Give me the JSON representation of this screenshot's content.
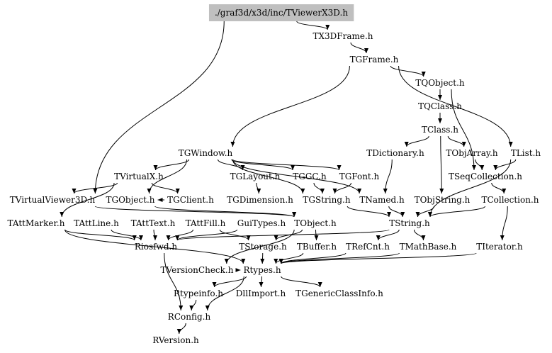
{
  "graph": {
    "root": "./graf3d/x3d/inc/TViewerX3D.h",
    "nodes": [
      {
        "id": "root",
        "label": "./graf3d/x3d/inc/TViewerX3D.h",
        "highlight": true
      },
      {
        "id": "TX3DFrame",
        "label": "TX3DFrame.h"
      },
      {
        "id": "TGFrame",
        "label": "TGFrame.h"
      },
      {
        "id": "TQObject",
        "label": "TQObject.h"
      },
      {
        "id": "TQClass",
        "label": "TQClass.h"
      },
      {
        "id": "TClass",
        "label": "TClass.h"
      },
      {
        "id": "TGWindow",
        "label": "TGWindow.h"
      },
      {
        "id": "TDictionary",
        "label": "TDictionary.h"
      },
      {
        "id": "TObjArray",
        "label": "TObjArray.h"
      },
      {
        "id": "TList",
        "label": "TList.h"
      },
      {
        "id": "TVirtualX",
        "label": "TVirtualX.h"
      },
      {
        "id": "TGLayout",
        "label": "TGLayout.h"
      },
      {
        "id": "TGGC",
        "label": "TGGC.h"
      },
      {
        "id": "TGFont",
        "label": "TGFont.h"
      },
      {
        "id": "TSeqCollection",
        "label": "TSeqCollection.h"
      },
      {
        "id": "TVirtualViewer3D",
        "label": "TVirtualViewer3D.h"
      },
      {
        "id": "TGObject",
        "label": "TGObject.h"
      },
      {
        "id": "TGClient",
        "label": "TGClient.h"
      },
      {
        "id": "TGDimension",
        "label": "TGDimension.h"
      },
      {
        "id": "TGString",
        "label": "TGString.h"
      },
      {
        "id": "TNamed",
        "label": "TNamed.h"
      },
      {
        "id": "TObjString",
        "label": "TObjString.h"
      },
      {
        "id": "TCollection",
        "label": "TCollection.h"
      },
      {
        "id": "TAttMarker",
        "label": "TAttMarker.h"
      },
      {
        "id": "TAttLine",
        "label": "TAttLine.h"
      },
      {
        "id": "TAttText",
        "label": "TAttText.h"
      },
      {
        "id": "TAttFill",
        "label": "TAttFill.h"
      },
      {
        "id": "GuiTypes",
        "label": "GuiTypes.h"
      },
      {
        "id": "TObject",
        "label": "TObject.h"
      },
      {
        "id": "TString",
        "label": "TString.h"
      },
      {
        "id": "Riosfwd",
        "label": "Riosfwd.h"
      },
      {
        "id": "TStorage",
        "label": "TStorage.h"
      },
      {
        "id": "TBuffer",
        "label": "TBuffer.h"
      },
      {
        "id": "TRefCnt",
        "label": "TRefCnt.h"
      },
      {
        "id": "TMathBase",
        "label": "TMathBase.h"
      },
      {
        "id": "TIterator",
        "label": "TIterator.h"
      },
      {
        "id": "TVersionCheck",
        "label": "TVersionCheck.h"
      },
      {
        "id": "Rtypes",
        "label": "Rtypes.h"
      },
      {
        "id": "Rtypeinfo",
        "label": "Rtypeinfo.h"
      },
      {
        "id": "DllImport",
        "label": "DllImport.h"
      },
      {
        "id": "TGenericClassInfo",
        "label": "TGenericClassInfo.h"
      },
      {
        "id": "RConfig",
        "label": "RConfig.h"
      },
      {
        "id": "RVersion",
        "label": "RVersion.h"
      }
    ],
    "edges": [
      [
        "root",
        "TX3DFrame"
      ],
      [
        "root",
        "TVirtualViewer3D"
      ],
      [
        "TX3DFrame",
        "TGFrame"
      ],
      [
        "TGFrame",
        "TQObject"
      ],
      [
        "TGFrame",
        "TGWindow"
      ],
      [
        "TGFrame",
        "TList"
      ],
      [
        "TQObject",
        "TQClass"
      ],
      [
        "TQObject",
        "TSeqCollection"
      ],
      [
        "TQClass",
        "TClass"
      ],
      [
        "TClass",
        "TDictionary"
      ],
      [
        "TClass",
        "TObjArray"
      ],
      [
        "TClass",
        "TObjString"
      ],
      [
        "TGWindow",
        "TVirtualX"
      ],
      [
        "TGWindow",
        "TGObject"
      ],
      [
        "TGWindow",
        "TGLayout"
      ],
      [
        "TGWindow",
        "TGGC"
      ],
      [
        "TGWindow",
        "TGFont"
      ],
      [
        "TGWindow",
        "TGString"
      ],
      [
        "TGWindow",
        "TNamed"
      ],
      [
        "TDictionary",
        "TNamed"
      ],
      [
        "TObjArray",
        "TSeqCollection"
      ],
      [
        "TList",
        "TSeqCollection"
      ],
      [
        "TList",
        "TString"
      ],
      [
        "TVirtualX",
        "TVirtualViewer3D"
      ],
      [
        "TVirtualX",
        "TGClient"
      ],
      [
        "TVirtualX",
        "TAttMarker"
      ],
      [
        "TGLayout",
        "TGDimension"
      ],
      [
        "TGGC",
        "TGString"
      ],
      [
        "TGFont",
        "TGString"
      ],
      [
        "TSeqCollection",
        "TCollection"
      ],
      [
        "TVirtualViewer3D",
        "TObject"
      ],
      [
        "TGObject",
        "TObject"
      ],
      [
        "TGClient",
        "TGObject"
      ],
      [
        "TGString",
        "TString"
      ],
      [
        "TNamed",
        "TString"
      ],
      [
        "TObjString",
        "TString"
      ],
      [
        "TCollection",
        "TIterator"
      ],
      [
        "TCollection",
        "TString"
      ],
      [
        "TAttMarker",
        "Riosfwd"
      ],
      [
        "TAttMarker",
        "Rtypes"
      ],
      [
        "TAttLine",
        "Riosfwd"
      ],
      [
        "TAttText",
        "Riosfwd"
      ],
      [
        "TAttFill",
        "Riosfwd"
      ],
      [
        "TAttFill",
        "TStorage"
      ],
      [
        "GuiTypes",
        "Riosfwd"
      ],
      [
        "TObject",
        "TStorage"
      ],
      [
        "TObject",
        "TBuffer"
      ],
      [
        "TObject",
        "TVersionCheck"
      ],
      [
        "TString",
        "TRefCnt"
      ],
      [
        "TString",
        "TMathBase"
      ],
      [
        "TString",
        "Riosfwd"
      ],
      [
        "Riosfwd",
        "RConfig"
      ],
      [
        "TStorage",
        "Rtypes"
      ],
      [
        "TBuffer",
        "Rtypes"
      ],
      [
        "TRefCnt",
        "Rtypes"
      ],
      [
        "TMathBase",
        "Rtypes"
      ],
      [
        "TIterator",
        "Rtypes"
      ],
      [
        "TVersionCheck",
        "Rtypes"
      ],
      [
        "Rtypes",
        "Rtypeinfo"
      ],
      [
        "Rtypes",
        "DllImport"
      ],
      [
        "Rtypes",
        "TGenericClassInfo"
      ],
      [
        "Rtypes",
        "RConfig"
      ],
      [
        "Rtypeinfo",
        "RConfig"
      ],
      [
        "RConfig",
        "RVersion"
      ]
    ]
  }
}
